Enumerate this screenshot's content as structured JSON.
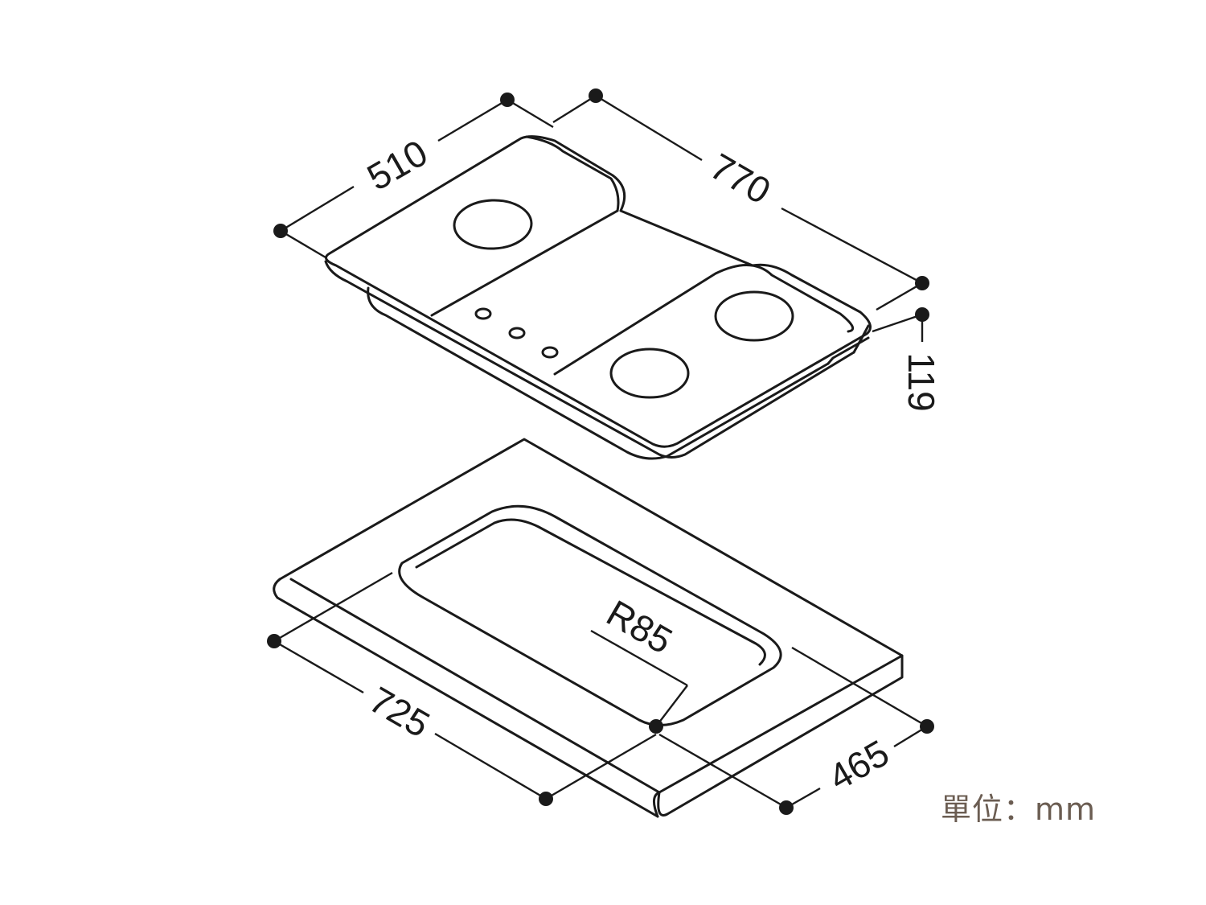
{
  "hob": {
    "depth_label": "510",
    "width_label": "770",
    "height_label": "119"
  },
  "cutout": {
    "width_label": "725",
    "depth_label": "465",
    "radius_label": "R85"
  },
  "unit_label": "單位：mm"
}
